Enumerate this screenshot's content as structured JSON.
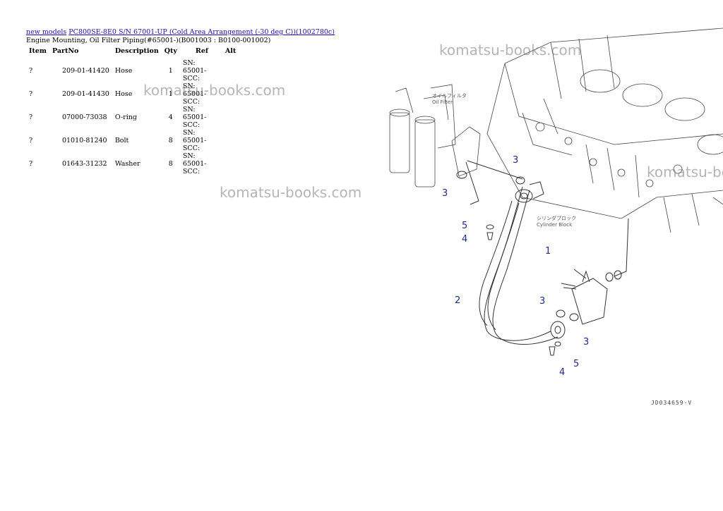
{
  "breadcrumb": {
    "link1": "new models",
    "link2": "PC800SE-8E0 S/N 67001-UP (Cold Area Arrangement (-30 deg C))(1002780c)"
  },
  "subtitle": "Engine Mounting, Oil Filter Piping(#65001-)(B001003 : B0100-001002)",
  "table": {
    "headers": [
      "Item",
      "PartNo",
      "Description",
      "Qty",
      "Ref",
      "Alt"
    ],
    "rows": [
      {
        "item": "?",
        "partno": "209-01-41420",
        "description": "Hose",
        "qty": "1",
        "ref": "SN: 65001-SCC:",
        "alt": ""
      },
      {
        "item": "?",
        "partno": "209-01-41430",
        "description": "Hose",
        "qty": "1",
        "ref": "SN: 65001-SCC:",
        "alt": ""
      },
      {
        "item": "?",
        "partno": "07000-73038",
        "description": "O-ring",
        "qty": "4",
        "ref": "SN: 65001-SCC:",
        "alt": ""
      },
      {
        "item": "?",
        "partno": "01010-81240",
        "description": "Bolt",
        "qty": "8",
        "ref": "SN: 65001-SCC:",
        "alt": ""
      },
      {
        "item": "?",
        "partno": "01643-31232",
        "description": "Washer",
        "qty": "8",
        "ref": "SN: 65001-SCC:",
        "alt": ""
      }
    ]
  },
  "watermark": "komatsu-books.com",
  "diagram": {
    "oil_filter_jp": "オイルフィルタ",
    "oil_filter_en": "Oil Filter",
    "cyl_block_jp": "シリンダブロック",
    "cyl_block_en": "Cylinder Block",
    "drawing_code": "JD034659-V",
    "callouts": [
      "3",
      "3",
      "5",
      "4",
      "1",
      "2",
      "3",
      "3",
      "4",
      "5"
    ]
  }
}
